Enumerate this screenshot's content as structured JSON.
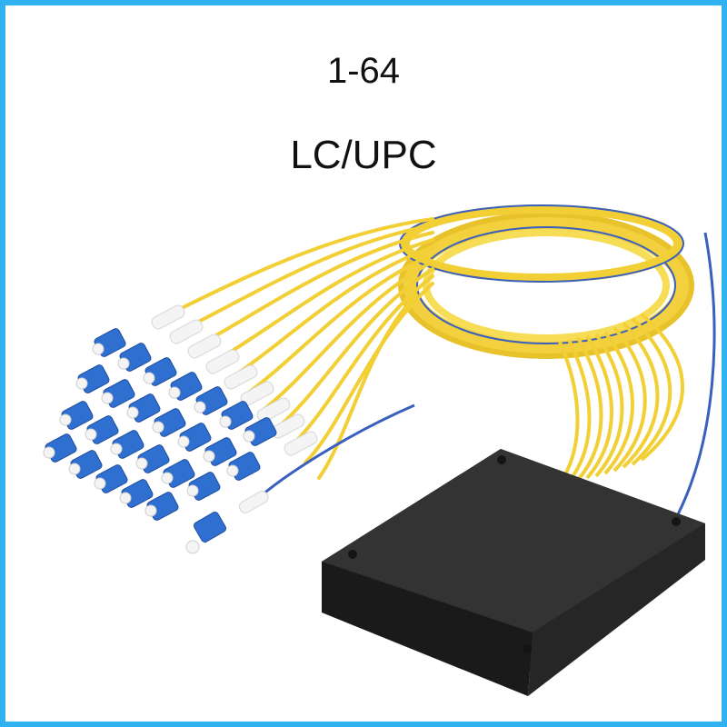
{
  "title": {
    "line1": "1-64",
    "line2": "LC/UPC"
  },
  "product_image": {
    "icon": "fiber-splitter-photo",
    "colors": {
      "frame_border": "#2eb3f0",
      "fiber_yellow": "#f5d33a",
      "connector_blue": "#2f6fd0",
      "boot_white": "#f4f4f4",
      "box_black": "#2a2a2a",
      "input_fiber_blue": "#3a5fbf"
    }
  }
}
